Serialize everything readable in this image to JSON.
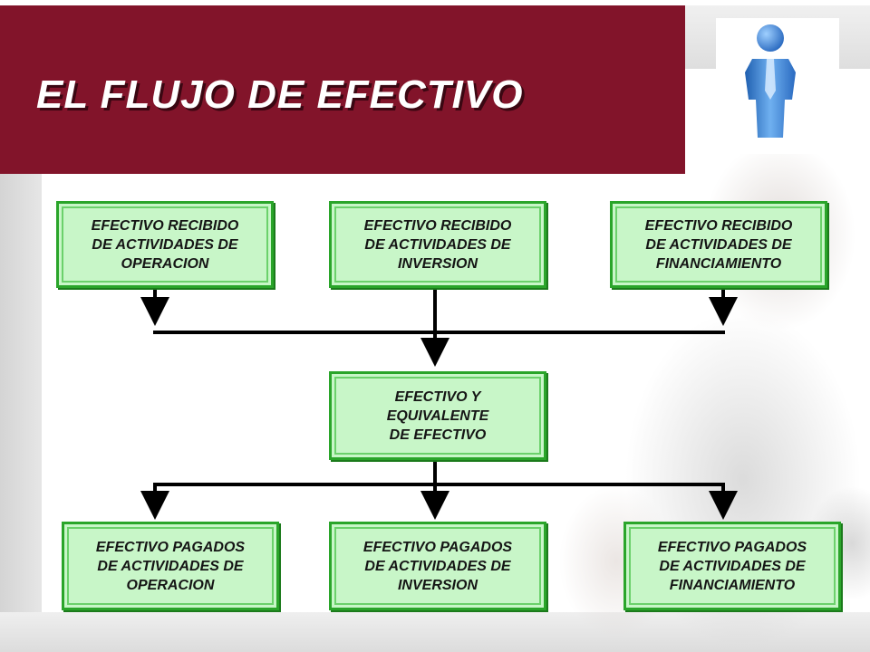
{
  "header": {
    "title": "EL FLUJO DE EFECTIVO",
    "color": "#82142a"
  },
  "logo": {
    "icon": "person-info-icon",
    "color": "#3d7fd0"
  },
  "diagram": {
    "node_color": "#c8f6c8",
    "border_color": "#2aa52a",
    "sources": [
      {
        "label": "EFECTIVO RECIBIDO\nDE ACTIVIDADES DE\nOPERACION"
      },
      {
        "label": "EFECTIVO RECIBIDO\nDE ACTIVIDADES DE\nINVERSION"
      },
      {
        "label": "EFECTIVO RECIBIDO\nDE ACTIVIDADES DE\nFINANCIAMIENTO"
      }
    ],
    "center": {
      "label": "EFECTIVO Y\nEQUIVALENTE\nDE EFECTIVO"
    },
    "outflows": [
      {
        "label": "EFECTIVO PAGADOS\nDE ACTIVIDADES DE\nOPERACION"
      },
      {
        "label": "EFECTIVO PAGADOS\nDE ACTIVIDADES DE\nINVERSION"
      },
      {
        "label": "EFECTIVO PAGADOS\nDE ACTIVIDADES DE\nFINANCIAMIENTO"
      }
    ]
  }
}
